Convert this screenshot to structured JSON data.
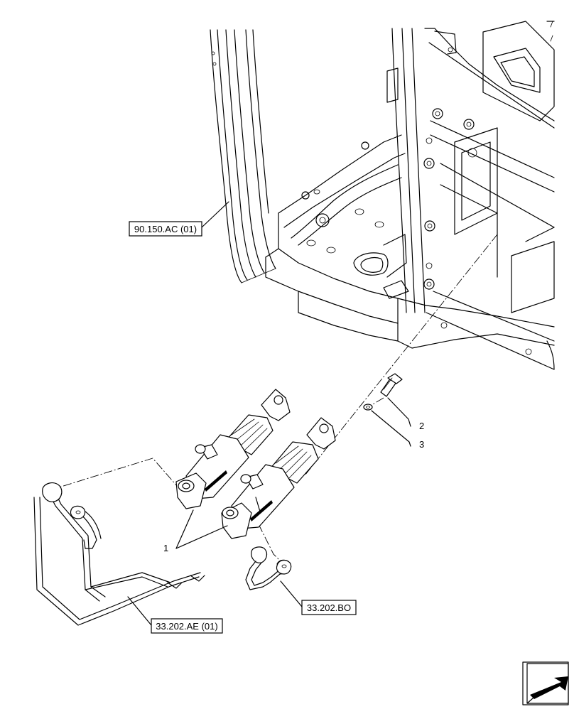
{
  "references": {
    "cab": "90.150.AC (01)",
    "pipe_left": "33.202.AE (01)",
    "pipe_right": "33.202.BO"
  },
  "callouts": {
    "cylinder": "1",
    "bolt": "2",
    "washer": "3"
  },
  "icons": {
    "corner_navigation": "arrow-navigation-icon"
  }
}
